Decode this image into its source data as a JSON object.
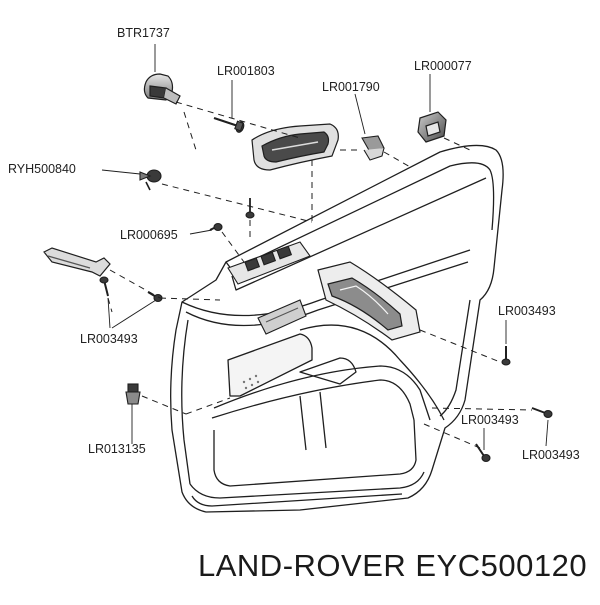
{
  "diagram": {
    "part_labels": {
      "btr1737": "BTR1737",
      "lr001803": "LR001803",
      "lr001790": "LR001790",
      "lr000077": "LR000077",
      "ryh500840": "RYH500840",
      "lr000695": "LR000695",
      "lr003493_left": "LR003493",
      "lr013135": "LR013135",
      "lr003493_right_upper": "LR003493",
      "lr003493_right_mid": "LR003493",
      "lr003493_right_lower": "LR003493"
    },
    "footer_title": "LAND-ROVER EYC500120"
  },
  "colors": {
    "line": "#1f1f1f",
    "panel_fill": "#ffffff",
    "shade": "#9a9a9a",
    "dark_part": "#3a3a3a"
  }
}
